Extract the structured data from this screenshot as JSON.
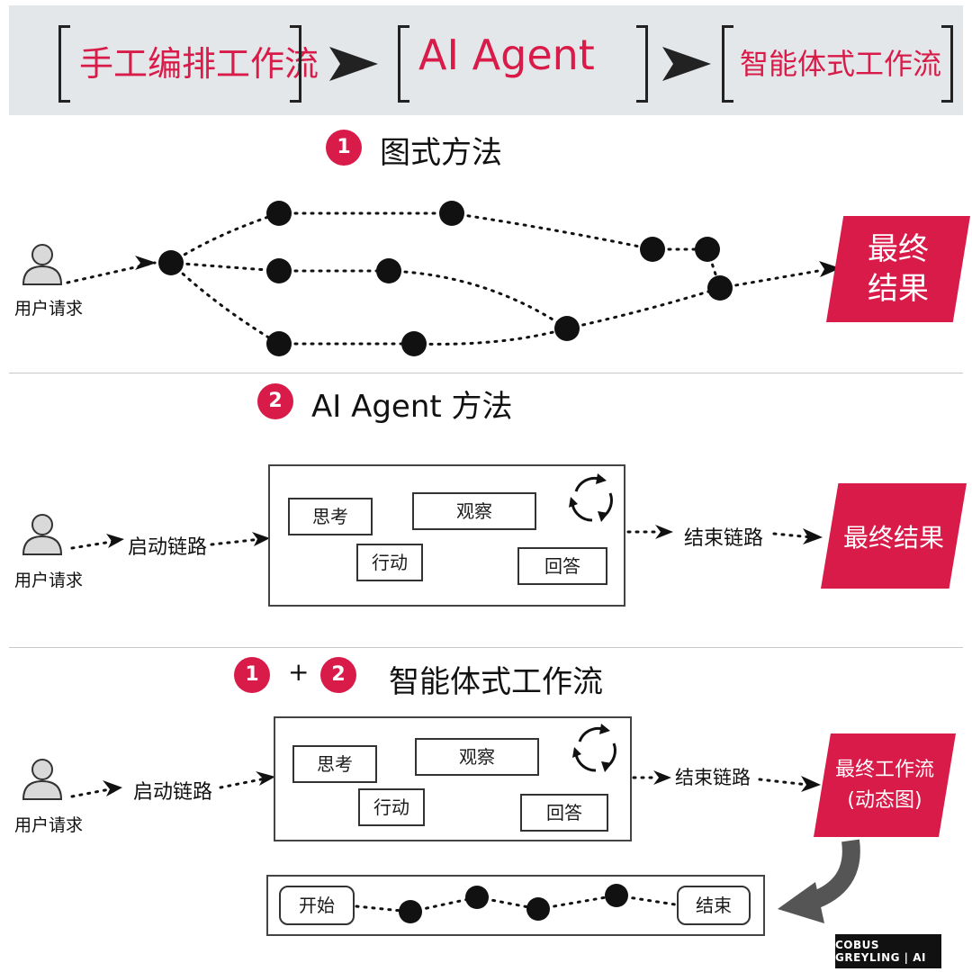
{
  "header": {
    "left": "手工编排工作流",
    "middle": "AI Agent",
    "right": "智能体式工作流"
  },
  "section1": {
    "badge": "1",
    "title": "图式方法",
    "user_label": "用户请求",
    "result": [
      "最终",
      "结果"
    ]
  },
  "section2": {
    "badge": "2",
    "title": "AI Agent 方法",
    "user_label": "用户请求",
    "start_chain": "启动链路",
    "end_chain": "结束链路",
    "steps": {
      "think": "思考",
      "observe": "观察",
      "act": "行动",
      "answer": "回答"
    },
    "result": "最终结果"
  },
  "section3": {
    "badge1": "1",
    "plus": "+",
    "badge2": "2",
    "title": "智能体式工作流",
    "user_label": "用户请求",
    "start_chain": "启动链路",
    "end_chain": "结束链路",
    "steps": {
      "think": "思考",
      "observe": "观察",
      "act": "行动",
      "answer": "回答"
    },
    "result": [
      "最终工作流",
      "(动态图)"
    ],
    "flow_start": "开始",
    "flow_end": "结束"
  },
  "footer": {
    "credit": "COBUS GREYLING | AI"
  },
  "colors": {
    "accent": "#d81b49",
    "header_bg": "#e4e7ea"
  },
  "icons": [
    "user-icon",
    "cycle-icon",
    "arrow-icon"
  ]
}
